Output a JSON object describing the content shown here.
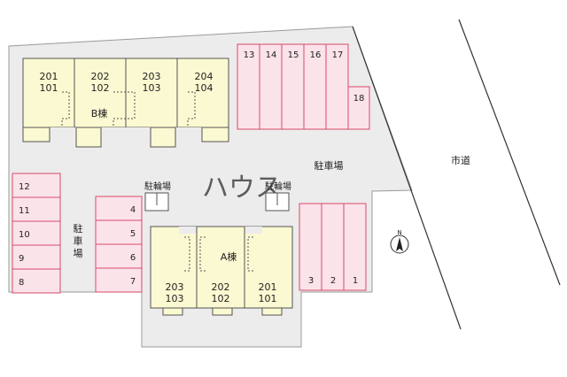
{
  "colors": {
    "lot": "#ececec",
    "lot_stroke": "#9a9a9a",
    "building": "#fbf9d1",
    "building_stroke": "#555555",
    "parking": "#fbe3ea",
    "parking_stroke": "#d94a6a",
    "bike": "#ffffff",
    "text": "#222222"
  },
  "labels": {
    "parking": "駐車場",
    "parking_left": "駐車場",
    "bike_1": "駐輪場",
    "bike_2": "駐輪場",
    "road": "市道",
    "north": "N",
    "watermark": "ハウス",
    "building_a": "A棟",
    "building_b": "B棟"
  },
  "building_b_units": [
    {
      "upper": "201",
      "lower": "101"
    },
    {
      "upper": "202",
      "lower": "102"
    },
    {
      "upper": "203",
      "lower": "103"
    },
    {
      "upper": "204",
      "lower": "104"
    }
  ],
  "building_a_units": [
    {
      "upper": "203",
      "lower": "103"
    },
    {
      "upper": "202",
      "lower": "102"
    },
    {
      "upper": "201",
      "lower": "101"
    }
  ],
  "parking_top": [
    "13",
    "14",
    "15",
    "16",
    "17"
  ],
  "parking_top_extra": "18",
  "parking_left": [
    "12",
    "11",
    "10",
    "9",
    "8"
  ],
  "parking_middle": [
    "4",
    "5",
    "6",
    "7"
  ],
  "parking_right": [
    "3",
    "2",
    "1"
  ]
}
